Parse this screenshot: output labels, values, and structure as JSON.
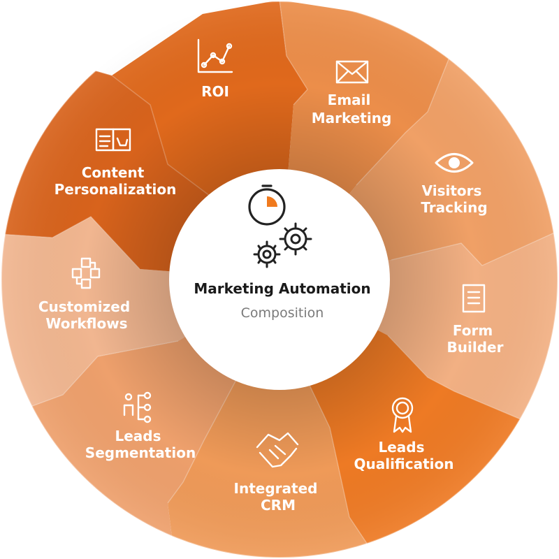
{
  "center": {
    "title": "Marketing Automation",
    "subtitle": "Composition",
    "icon": "clock-gears-icon",
    "accent_color": "#f07a1e"
  },
  "segments": [
    {
      "id": "roi",
      "lines": [
        "ROI"
      ],
      "icon": "line-chart-icon",
      "color": "#e0691c"
    },
    {
      "id": "email-marketing",
      "lines": [
        "Email",
        "Marketing"
      ],
      "icon": "envelope-icon",
      "color": "#ec8e4a"
    },
    {
      "id": "visitors-tracking",
      "lines": [
        "Visitors",
        "Tracking"
      ],
      "icon": "eye-icon",
      "color": "#f0a066"
    },
    {
      "id": "form-builder",
      "lines": [
        "Form",
        "Builder"
      ],
      "icon": "document-icon",
      "color": "#f2b083"
    },
    {
      "id": "leads-qualification",
      "lines": [
        "Leads",
        "Qualification"
      ],
      "icon": "award-ribbon-icon",
      "color": "#ee7a24"
    },
    {
      "id": "integrated-crm",
      "lines": [
        "Integrated",
        "CRM"
      ],
      "icon": "handshake-icon",
      "color": "#ef9a58"
    },
    {
      "id": "leads-segmentation",
      "lines": [
        "Leads",
        "Segmentation"
      ],
      "icon": "person-hierarchy-icon",
      "color": "#eea06c"
    },
    {
      "id": "customized-workflows",
      "lines": [
        "Customized",
        "Workflows"
      ],
      "icon": "flowchart-icon",
      "color": "#f1b690"
    },
    {
      "id": "content-personalization",
      "lines": [
        "Content",
        "Personalization"
      ],
      "icon": "open-book-icon",
      "color": "#d8631c"
    }
  ]
}
